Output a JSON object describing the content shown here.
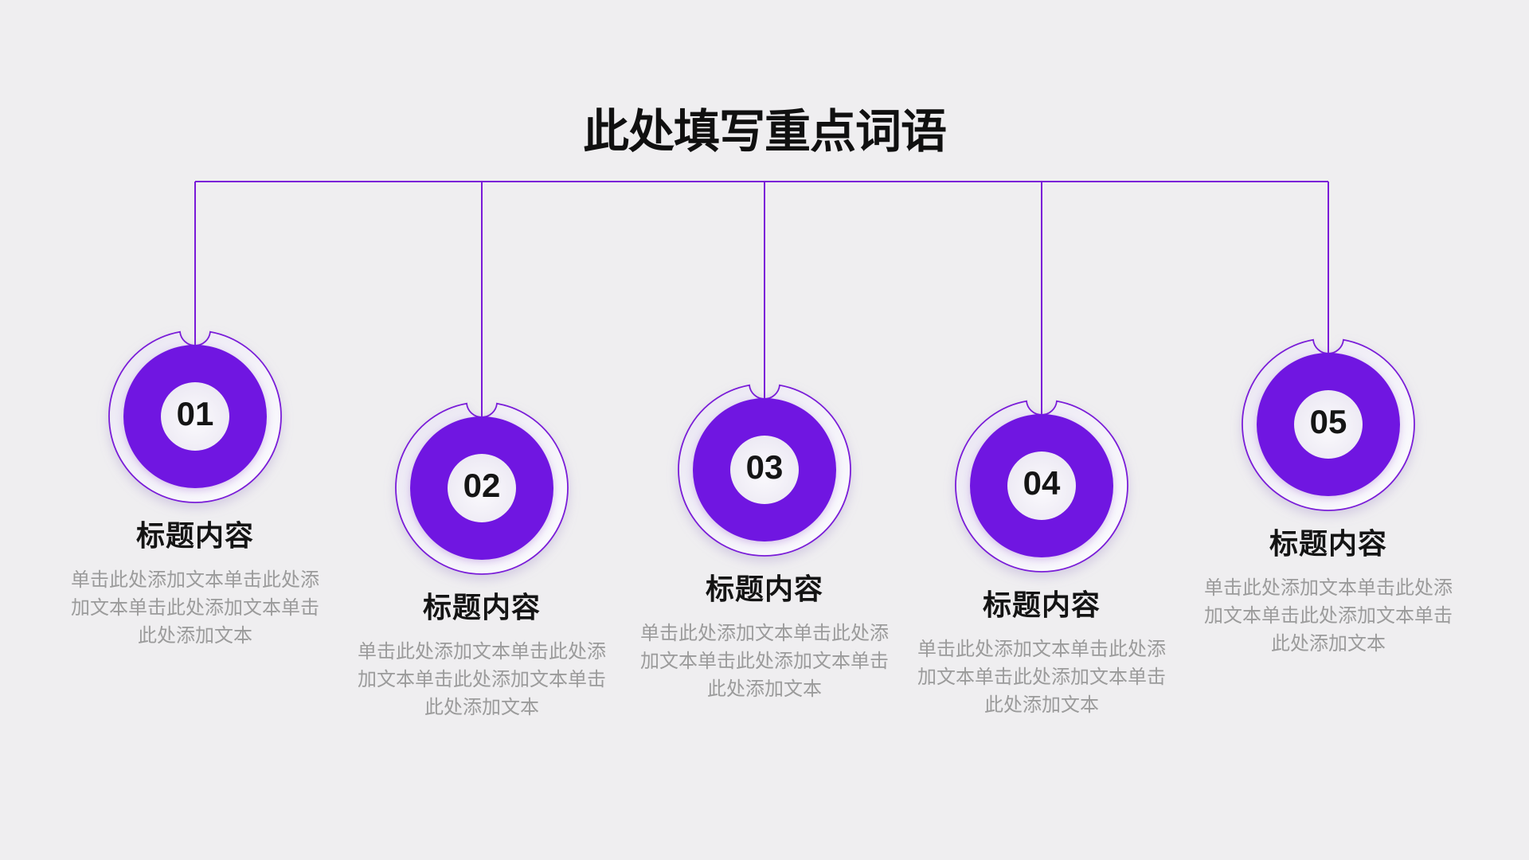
{
  "title": "此处填写重点词语",
  "items": [
    {
      "number": "01",
      "title": "标题内容",
      "body": "单击此处添加文本单击此处添加文本单击此处添加文本单击此处添加文本"
    },
    {
      "number": "02",
      "title": "标题内容",
      "body": "单击此处添加文本单击此处添加文本单击此处添加文本单击此处添加文本"
    },
    {
      "number": "03",
      "title": "标题内容",
      "body": "单击此处添加文本单击此处添加文本单击此处添加文本单击此处添加文本"
    },
    {
      "number": "04",
      "title": "标题内容",
      "body": "单击此处添加文本单击此处添加文本单击此处添加文本单击此处添加文本"
    },
    {
      "number": "05",
      "title": "标题内容",
      "body": "单击此处添加文本单击此处添加文本单击此处添加文本单击此处添加文本"
    }
  ],
  "colors": {
    "background": "#EFEEF0",
    "accent_purple": "#6F15E1",
    "line_purple": "#7A1AD8",
    "title_text": "#101010",
    "heading_text": "#141414",
    "body_text": "#9B9B9B",
    "number_text": "#151515"
  }
}
